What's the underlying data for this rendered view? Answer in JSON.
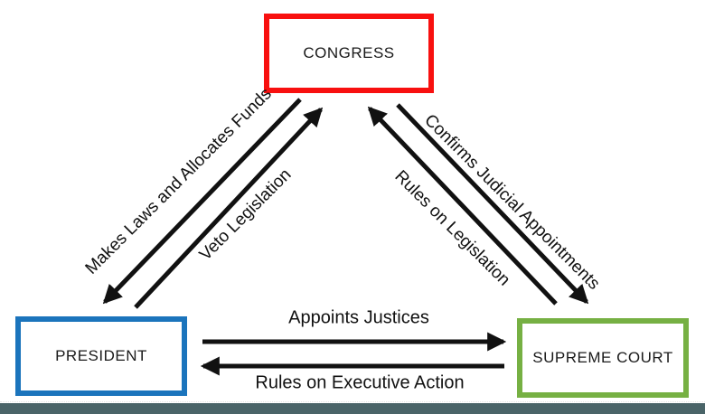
{
  "diagram": {
    "nodes": [
      {
        "id": "congress",
        "label": "CONGRESS",
        "border_color": "#f8100f"
      },
      {
        "id": "president",
        "label": "PRESIDENT",
        "border_color": "#1b74bc"
      },
      {
        "id": "supreme-court",
        "label": "SUPREME COURT",
        "border_color": "#76b043"
      }
    ],
    "edges": [
      {
        "from": "congress",
        "to": "president",
        "label": "Makes Laws and Allocates Funds"
      },
      {
        "from": "president",
        "to": "congress",
        "label": "Veto Legislation"
      },
      {
        "from": "congress",
        "to": "supreme-court",
        "label": "Confirms Judicial Appointments"
      },
      {
        "from": "supreme-court",
        "to": "congress",
        "label": "Rules on Legislation"
      },
      {
        "from": "president",
        "to": "supreme-court",
        "label": "Appoints Justices"
      },
      {
        "from": "supreme-court",
        "to": "president",
        "label": "Rules on Executive Action"
      }
    ],
    "colors": {
      "arrow": "#111111",
      "bottom_bar": "#4a6468",
      "background": "#ffffff",
      "text": "#1a1a1a"
    }
  }
}
